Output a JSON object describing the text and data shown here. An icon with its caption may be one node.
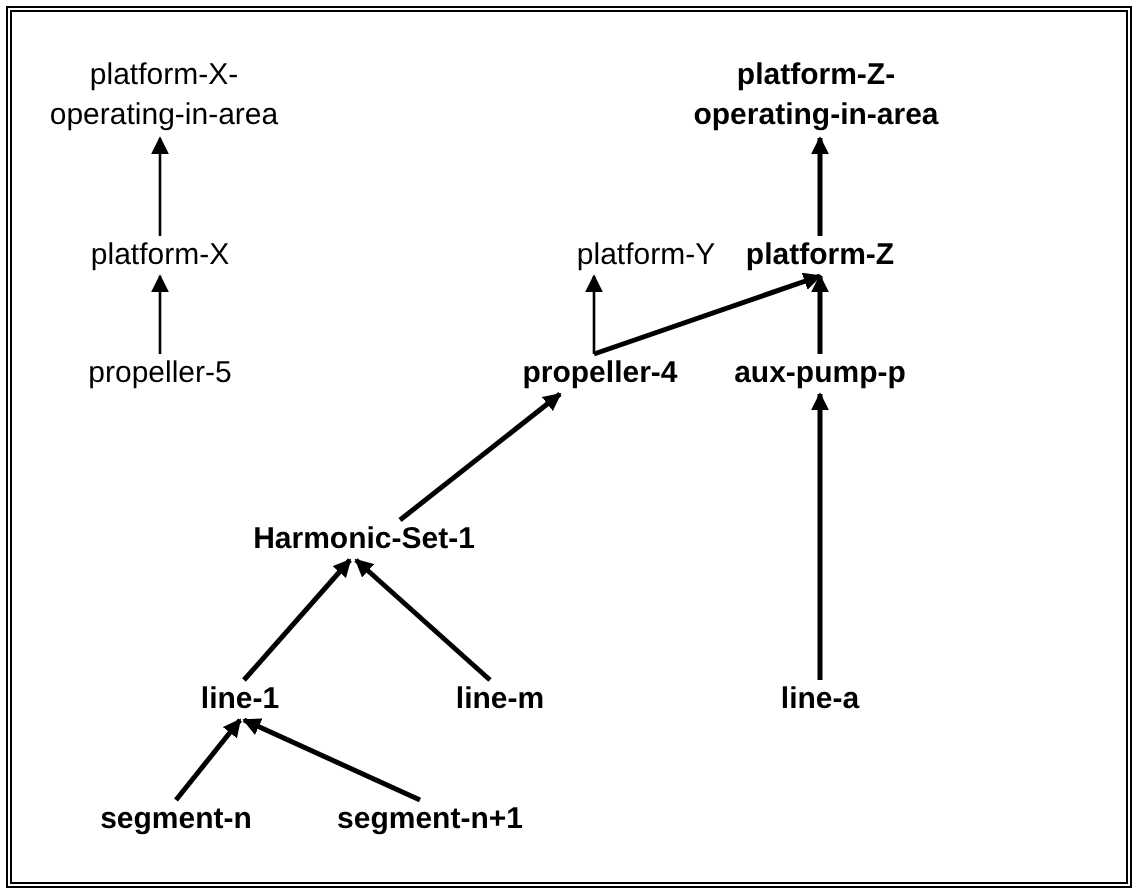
{
  "diagram": {
    "nodes": [
      {
        "text": [
          "platform-X-operating-in-area"
        ]
      },
      {
        "text": [
          "platform-Z-operating-in-area"
        ]
      },
      {
        "text": [
          "platform-X"
        ]
      },
      {
        "text": [
          "platform-Y"
        ]
      },
      {
        "text": [
          "platform-Z"
        ]
      },
      {
        "text": [
          "propeller-5"
        ]
      },
      {
        "text": [
          "propeller-4"
        ]
      },
      {
        "text": [
          "aux-pump-p"
        ]
      },
      {
        "text": [
          "Harmonic-Set-1"
        ]
      },
      {
        "text": [
          "line-1"
        ]
      },
      {
        "text": [
          "line-m"
        ]
      },
      {
        "text": [
          "line-a"
        ]
      },
      {
        "text": [
          "segment-n"
        ]
      },
      {
        "text": [
          "segment-n+1"
        ]
      }
    ],
    "edges": [
      {
        "from": 2,
        "to": 0,
        "arrow": "to"
      },
      {
        "from": 5,
        "to": 2,
        "arrow": "to"
      },
      {
        "from": 6,
        "to": 3,
        "arrow": "to"
      },
      {
        "from": 6,
        "to": 4,
        "arrow": "to"
      },
      {
        "from": 4,
        "to": 1,
        "arrow": "to"
      },
      {
        "from": 7,
        "to": 4,
        "arrow": "to"
      },
      {
        "from": 11,
        "to": 7,
        "arrow": "to"
      },
      {
        "from": 8,
        "to": 6,
        "arrow": "to"
      },
      {
        "from": 9,
        "to": 8,
        "arrow": "to"
      },
      {
        "from": 10,
        "to": 8,
        "arrow": "to"
      },
      {
        "from": 12,
        "to": 9,
        "arrow": "to"
      },
      {
        "from": 13,
        "to": 9,
        "arrow": "to"
      }
    ]
  }
}
